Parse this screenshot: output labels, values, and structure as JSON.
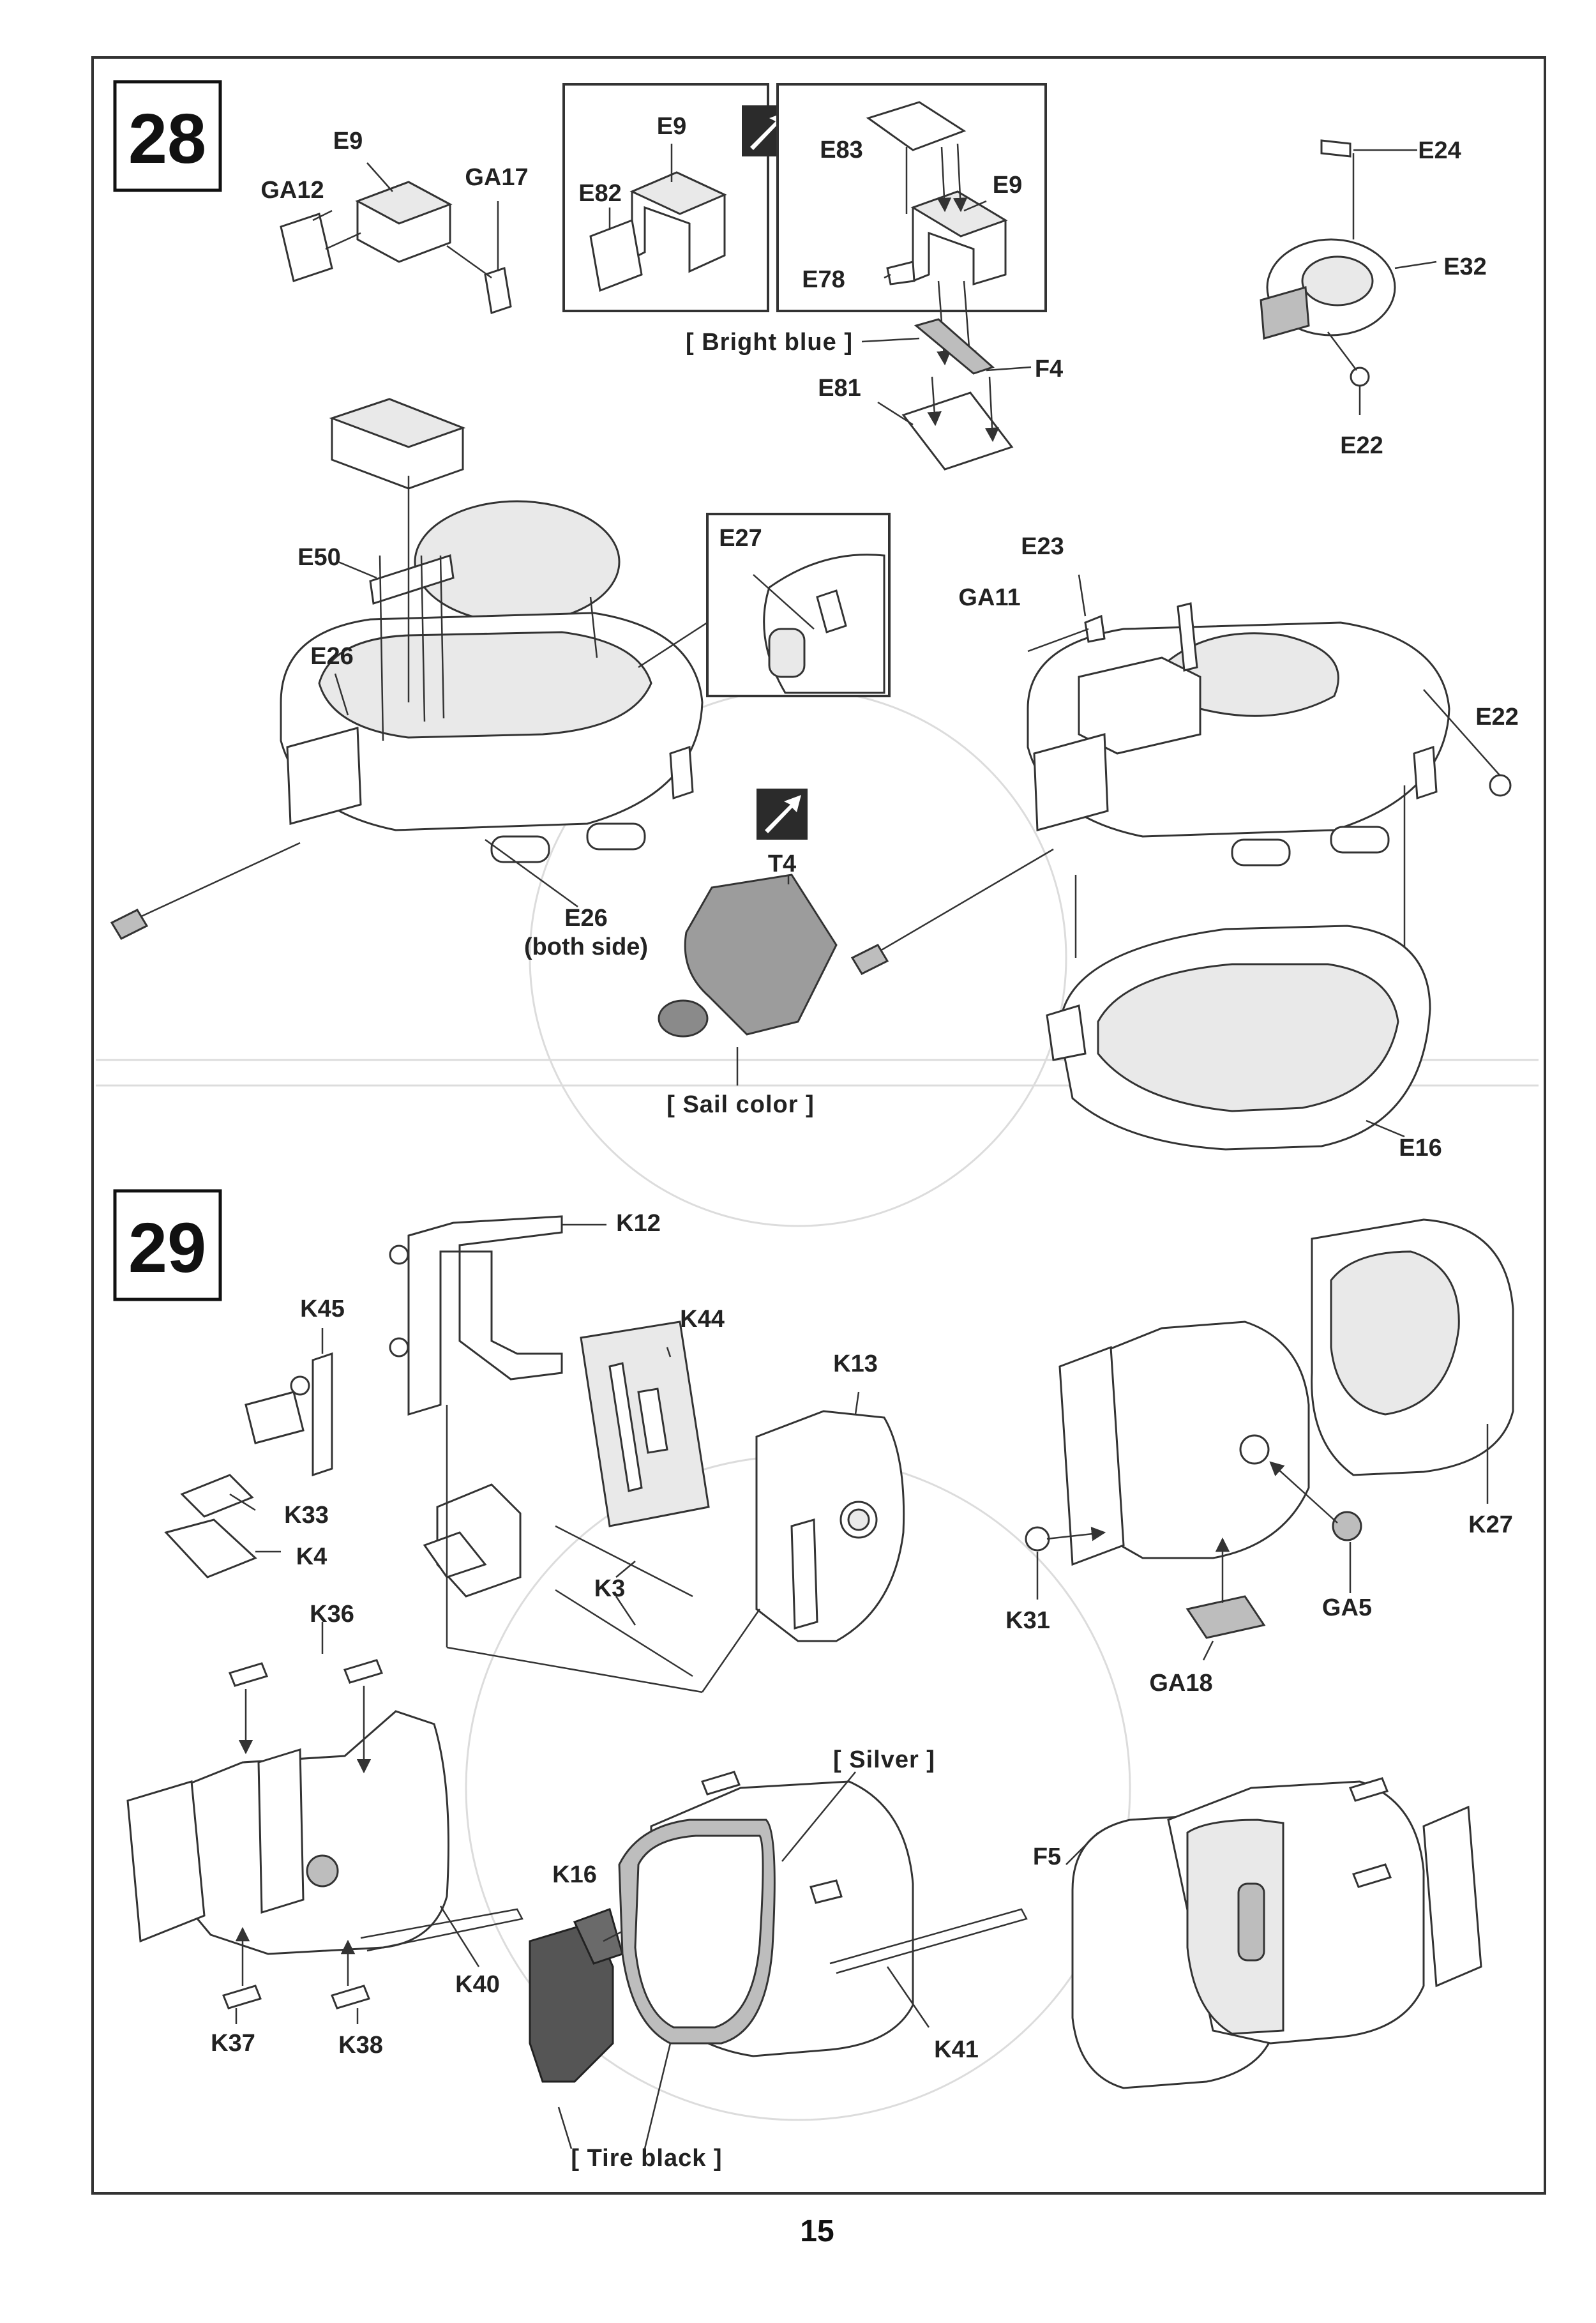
{
  "page_number": "15",
  "steps": [
    {
      "number": "28",
      "labels": [
        "E9",
        "GA12",
        "GA17",
        "E9",
        "E82",
        "E83",
        "E9",
        "E78",
        "E81",
        "F4",
        "E24",
        "E32",
        "E22",
        "E50",
        "E26",
        "E27",
        "E23",
        "GA11",
        "E22",
        "E26",
        "(both side)",
        "T4",
        "E16"
      ],
      "paint_callouts": [
        "[ Bright blue ]",
        "[ Sail color ]"
      ]
    },
    {
      "number": "29",
      "labels": [
        "K12",
        "K45",
        "K44",
        "K13",
        "K33",
        "K4",
        "K3",
        "K36",
        "K27",
        "K31",
        "GA5",
        "GA18",
        "K16",
        "F5",
        "K40",
        "K37",
        "K38",
        "K41"
      ],
      "paint_callouts": [
        "[ Silver ]",
        "[ Tire black ]"
      ]
    }
  ],
  "icons": [
    "swap-direction-icon",
    "swap-direction-icon"
  ]
}
